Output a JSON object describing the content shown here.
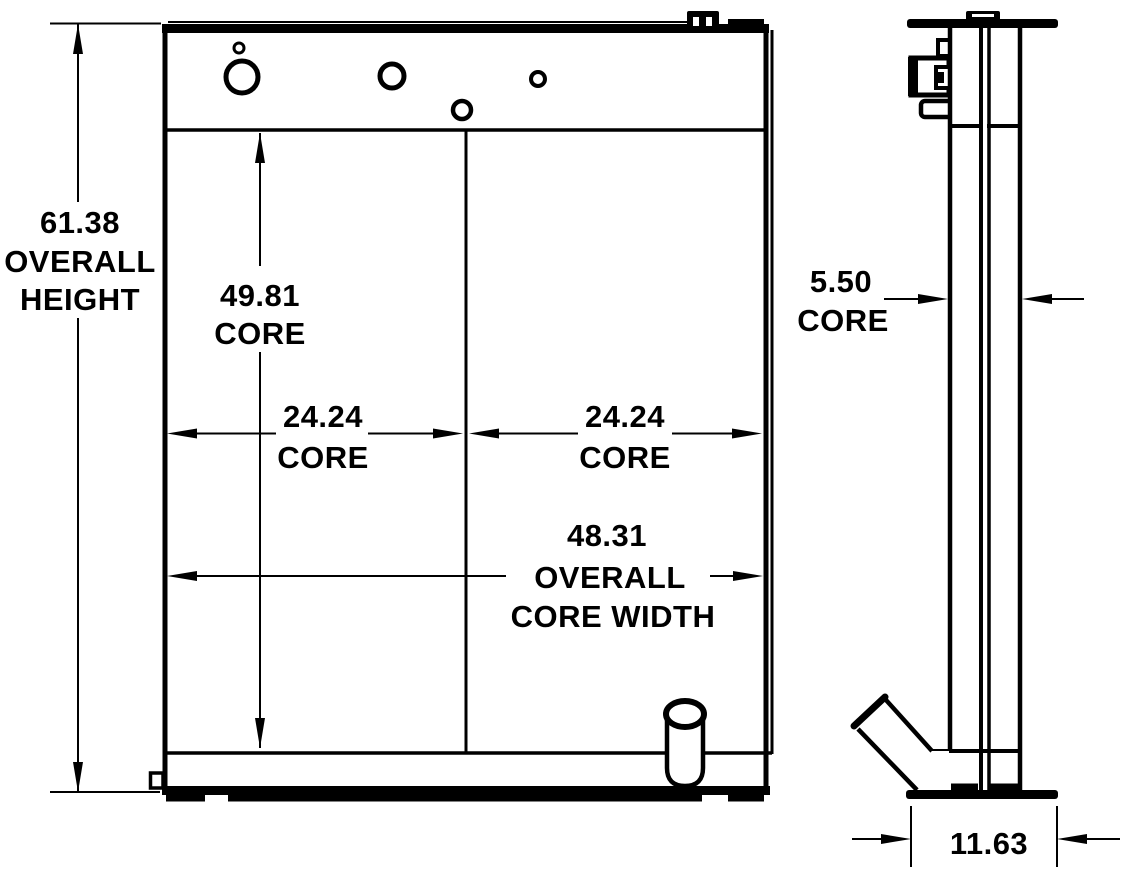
{
  "drawing": {
    "background": "#ffffff",
    "line_color": "#000000",
    "dimensions": {
      "overall_height": {
        "value": "61.38",
        "label_line1": "OVERALL",
        "label_line2": "HEIGHT"
      },
      "core_height": {
        "value": "49.81",
        "label": "CORE"
      },
      "left_core_width": {
        "value": "24.24",
        "label": "CORE"
      },
      "right_core_width": {
        "value": "24.24",
        "label": "CORE"
      },
      "overall_core_width": {
        "value": "48.31",
        "label_line1": "OVERALL",
        "label_line2": "CORE WIDTH"
      },
      "core_depth": {
        "value": "5.50",
        "label": "CORE"
      },
      "overall_depth": {
        "value": "11.63"
      }
    }
  }
}
